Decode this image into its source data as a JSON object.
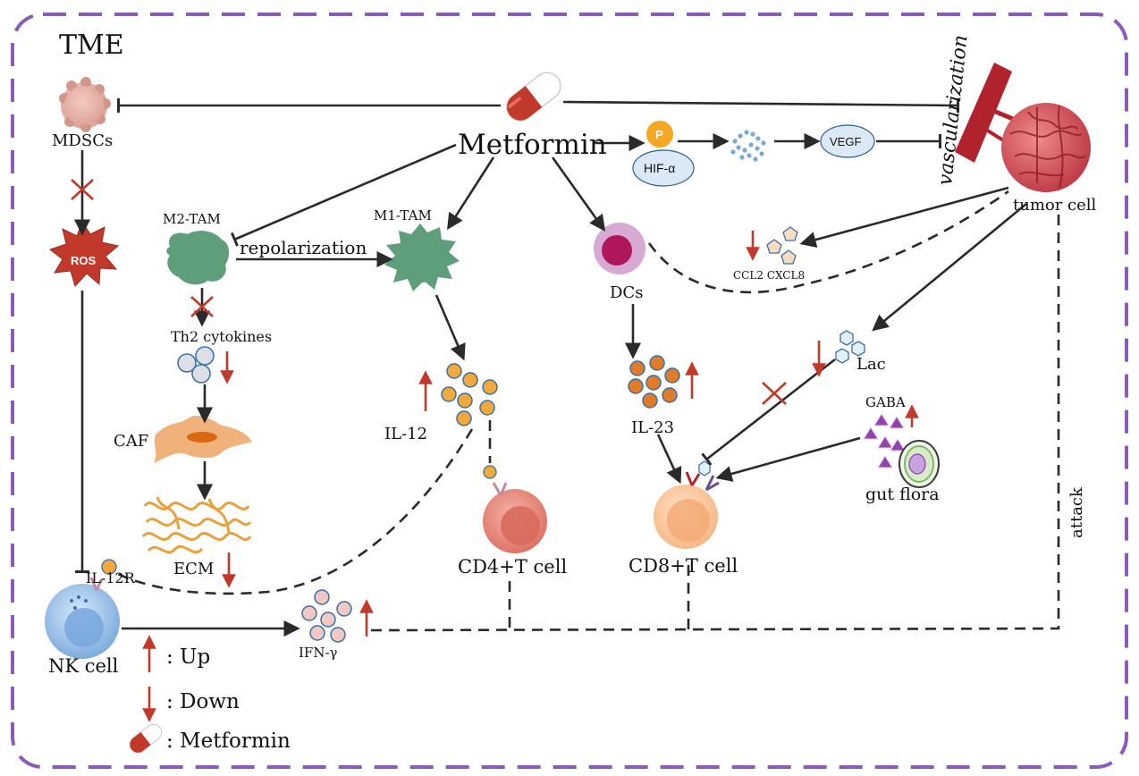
{
  "region_label": "TME",
  "drug": "Metformin",
  "nodes": {
    "mdscs": "MDSCs",
    "ros": "ROS",
    "m2_tam": "M2-TAM",
    "m1_tam": "M1-TAM",
    "repolarization": "repolarization",
    "th2": "Th2 cytokines",
    "caf": "CAF",
    "ecm": "ECM",
    "il12": "IL-12",
    "il12r": "IL-12R",
    "nk_cell": "NK cell",
    "ifn_gamma": "IFN-γ",
    "cd4": "CD4+T cell",
    "dcs": "DCs",
    "il23": "IL-23",
    "cd8": "CD8+T cell",
    "p": "P",
    "hif": "HIF-α",
    "vegf": "VEGF",
    "vascularization": "vascularization",
    "tumor_cell": "tumor cell",
    "ccl": "CCL2 CXCL8",
    "lac": "Lac",
    "gaba": "GABA",
    "gut_flora": "gut flora",
    "attack": "attack"
  },
  "legend": {
    "up": ": Up",
    "down": ": Down",
    "metformin": ": Metformin"
  },
  "colors": {
    "frame": "#8a5cb8",
    "arrow": "#2a2a2a",
    "up_down": "#c0392b",
    "macrophage": "#5e9e7a",
    "ros": "#c0392b",
    "caf": "#f0b27a",
    "ecm": "#e8a23c",
    "cytokine_orange": "#f2a93b",
    "il23_orange": "#e07b2a",
    "ifn_pink": "#f2c8c4",
    "th2_grey": "#dcdfe6",
    "tumor": "#c94c5a",
    "vessel": "#b0232c",
    "cd4": "#e88a7d",
    "cd8": "#f8c89a",
    "nk": "#9cc3ea",
    "dc": "#c2185b",
    "gaba": "#8e44ad",
    "hif_fill": "#dbe8f6",
    "p_fill": "#f5a623"
  }
}
